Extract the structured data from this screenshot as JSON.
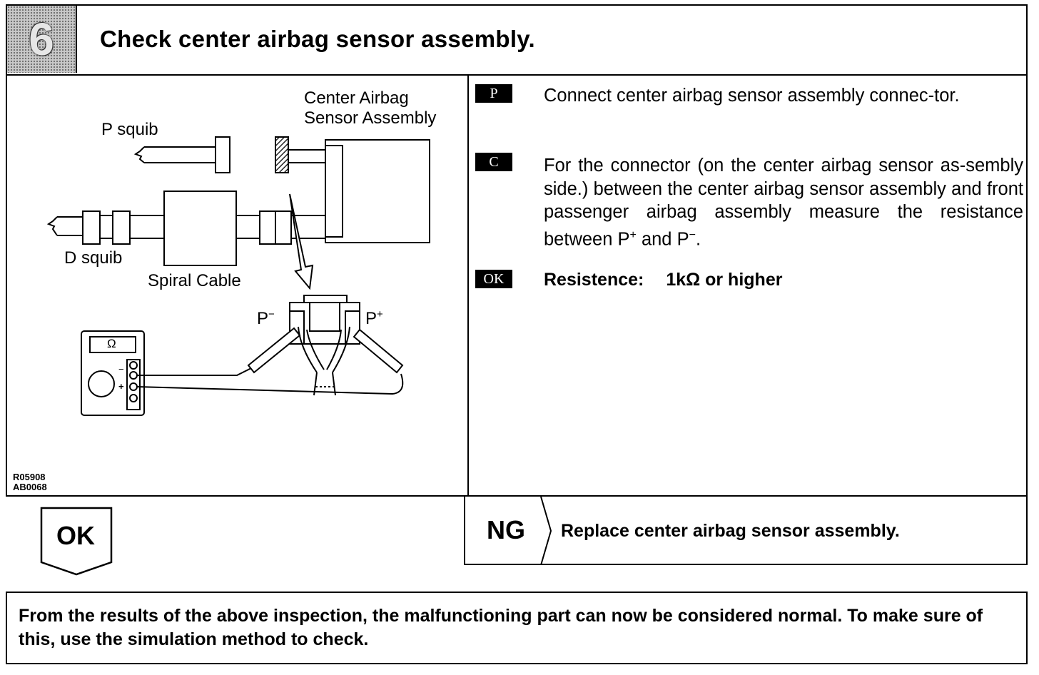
{
  "step": {
    "number": "6",
    "title": "Check center airbag sensor assembly."
  },
  "diagram": {
    "labels": {
      "center_airbag_line1": "Center Airbag",
      "center_airbag_line2": "Sensor Assembly",
      "p_squib": "P squib",
      "d_squib": "D squib",
      "spiral_cable": "Spiral Cable",
      "p_minus": "P",
      "p_plus": "P",
      "minus_sign": "−",
      "plus_sign": "+",
      "ohm": "Ω"
    },
    "figure_codes": [
      "R05908",
      "AB0068"
    ]
  },
  "instructions": [
    {
      "tag": "P",
      "text": "Connect center airbag sensor assembly connec-tor."
    },
    {
      "tag": "C",
      "text_parts": [
        "For the connector (on the center airbag sensor as-sembly side.) between the center airbag sensor assembly and front passenger airbag assembly measure the resistance between P",
        "+",
        " and P",
        "−",
        "."
      ]
    },
    {
      "tag": "OK",
      "label": "Resistence:",
      "value": "1kΩ or higher"
    }
  ],
  "ng": {
    "label": "NG",
    "action": "Replace center airbag sensor assembly."
  },
  "ok": {
    "label": "OK"
  },
  "note": "From the results of the above inspection, the malfunctioning part can now be considered normal. To make sure of this, use the simulation method to check."
}
